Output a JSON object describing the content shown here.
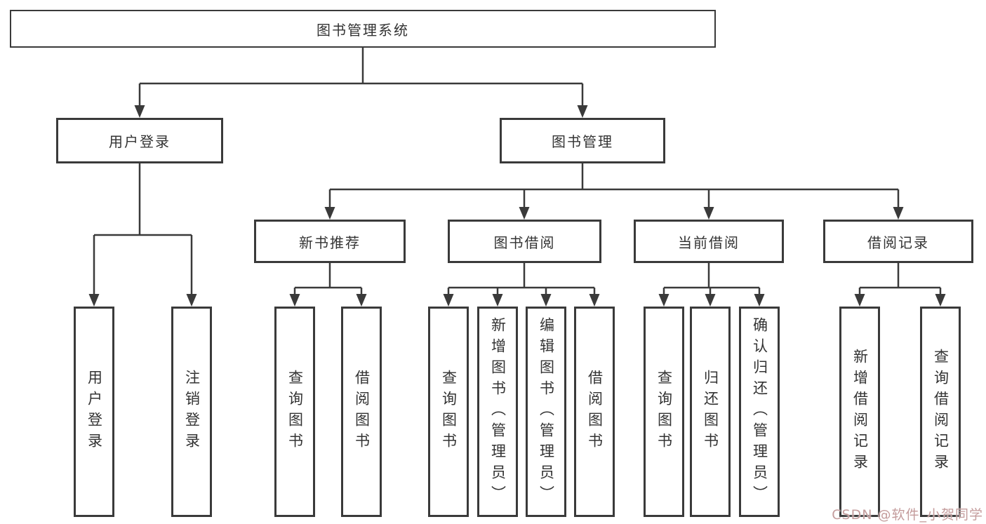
{
  "colors": {
    "line": "#3a3a3a",
    "box_border": "#3a3a3a",
    "text": "#333333",
    "background": "#ffffff",
    "watermark": "#c49c9c"
  },
  "watermark": {
    "text": "CSDN @软件_小贺同学"
  },
  "tree": {
    "root": {
      "label": "图书管理系统",
      "children": [
        {
          "label": "用户登录",
          "children": [
            {
              "label": "用户登录"
            },
            {
              "label": "注销登录"
            }
          ]
        },
        {
          "label": "图书管理",
          "children": [
            {
              "label": "新书推荐",
              "children": [
                {
                  "label": "查询图书"
                },
                {
                  "label": "借阅图书"
                }
              ]
            },
            {
              "label": "图书借阅",
              "children": [
                {
                  "label": "查询图书"
                },
                {
                  "label": "新增图书（管理员）"
                },
                {
                  "label": "编辑图书（管理员）"
                },
                {
                  "label": "借阅图书"
                }
              ]
            },
            {
              "label": "当前借阅",
              "children": [
                {
                  "label": "查询图书"
                },
                {
                  "label": "归还图书"
                },
                {
                  "label": "确认归还（管理员）"
                }
              ]
            },
            {
              "label": "借阅记录",
              "children": [
                {
                  "label": "新增借阅记录"
                },
                {
                  "label": "查询借阅记录"
                }
              ]
            }
          ]
        }
      ]
    }
  }
}
